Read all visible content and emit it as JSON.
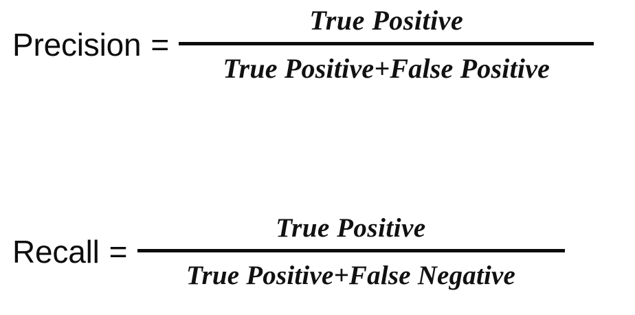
{
  "document": {
    "title": "Precision and Recall formulas",
    "background_color": "#ffffff",
    "text_color": "#0d0d0d"
  },
  "equations": [
    {
      "id": "precision",
      "lhs": "Precision",
      "relation": "=",
      "numerator": "True Positive",
      "denominator": "True Positive+False Positive",
      "bar_color": "#0a0a0a"
    },
    {
      "id": "recall",
      "lhs": "Recall",
      "relation": "=",
      "numerator": "True Positive",
      "denominator": "True Positive+False Negative",
      "bar_color": "#0a0a0a"
    }
  ]
}
